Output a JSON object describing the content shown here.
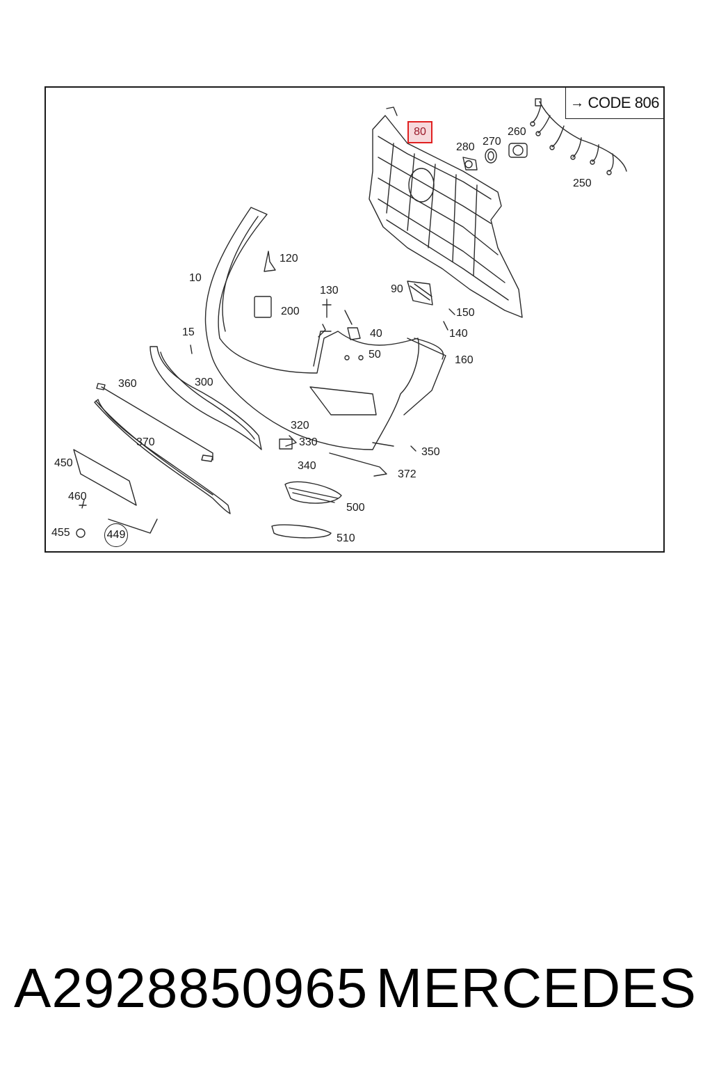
{
  "diagram": {
    "code_box": {
      "arrow": "→",
      "text": "CODE 806"
    },
    "labels": {
      "l10": "10",
      "l15": "15",
      "l40": "40",
      "l50": "50",
      "l80": "80",
      "l90": "90",
      "l120": "120",
      "l130": "130",
      "l140": "140",
      "l150": "150",
      "l160": "160",
      "l200": "200",
      "l250": "250",
      "l260": "260",
      "l270": "270",
      "l280": "280",
      "l300": "300",
      "l320": "320",
      "l330": "330",
      "l340": "340",
      "l350": "350",
      "l360": "360",
      "l370": "370",
      "l372": "372",
      "l449": "449",
      "l450": "450",
      "l455": "455",
      "l460": "460",
      "l500": "500",
      "l510": "510"
    },
    "highlight_color": "#e02020"
  },
  "footer": {
    "part_number": "A2928850965",
    "brand": "MERCEDES"
  }
}
